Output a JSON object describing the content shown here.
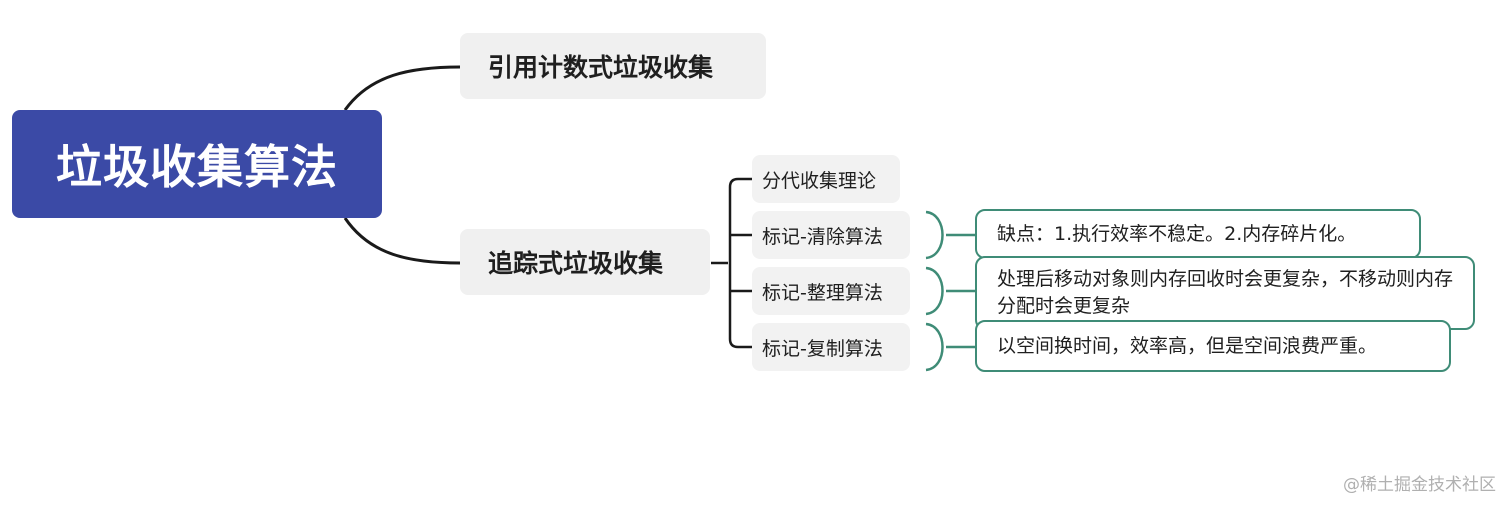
{
  "root": {
    "label": "垃圾收集算法"
  },
  "branches": {
    "reference_counting": "引用计数式垃圾收集",
    "tracing": "追踪式垃圾收集"
  },
  "tracing_children": [
    {
      "label": "分代收集理论"
    },
    {
      "label": "标记-清除算法",
      "note": "缺点：1.执行效率不稳定。2.内存碎片化。"
    },
    {
      "label": "标记-整理算法",
      "note": "处理后移动对象则内存回收时会更复杂，不移动则内存分配时会更复杂"
    },
    {
      "label": "标记-复制算法",
      "note": "以空间换时间，效率高，但是空间浪费严重。"
    }
  ],
  "colors": {
    "root_fill": "#3b4aa6",
    "node_fill": "#f0f0f0",
    "note_border": "#3f8c77",
    "connector": "#1a1a1a"
  },
  "watermark": "@稀土掘金技术社区"
}
